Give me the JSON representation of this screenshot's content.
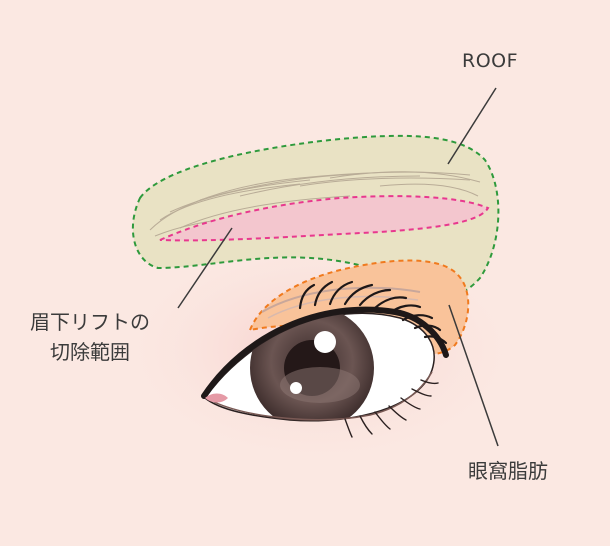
{
  "labels": {
    "roof": "ROOF",
    "lift_line1": "眉下リフトの",
    "lift_line2": "切除範囲",
    "fat": "眼窩脂肪"
  },
  "colors": {
    "background": "#fbe8e2",
    "roof_outline": "#2e9a3c",
    "roof_fill": "#e9e2c4",
    "excision_outline": "#e8388e",
    "excision_fill": "#f3c6ce",
    "fat_outline": "#f07a1e",
    "fat_fill": "#f9c39a",
    "leader_line": "#3b3b3b"
  }
}
